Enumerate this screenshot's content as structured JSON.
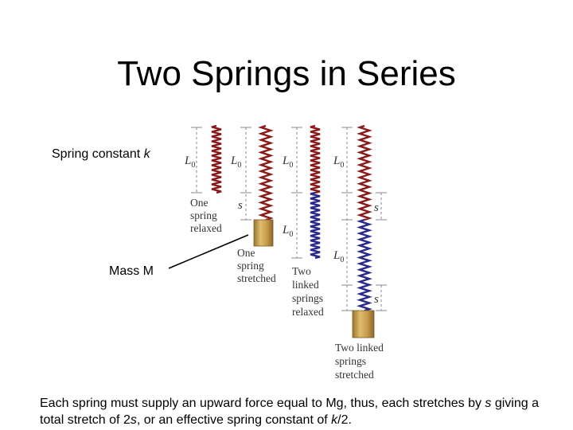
{
  "title": "Two Springs in Series",
  "labels": {
    "spring_constant": "Spring constant",
    "spring_constant_symbol": "k",
    "mass": "Mass M"
  },
  "diagram": {
    "L0": "L",
    "L0_sub": "0",
    "s": "s",
    "captions": {
      "one_relaxed": [
        "One",
        "spring",
        "relaxed"
      ],
      "one_stretched": [
        "One",
        "spring",
        "stretched"
      ],
      "two_relaxed": [
        "Two",
        "linked",
        "springs",
        "relaxed"
      ],
      "two_stretched": [
        "Two linked",
        "springs",
        "stretched"
      ]
    }
  },
  "caption": {
    "p1": "Each spring must supply an upward force equal to Mg, thus, each stretches by ",
    "s1": "s",
    "p2": " giving a total stretch of 2",
    "s2": "s",
    "p3": ", or an effective spring constant of ",
    "k": "k",
    "p4": "/2."
  },
  "colors": {
    "red_spring": "#8b1a1a",
    "blue_spring": "#2a2a8c",
    "mass": "#c8a050",
    "dim_line": "#888888"
  }
}
